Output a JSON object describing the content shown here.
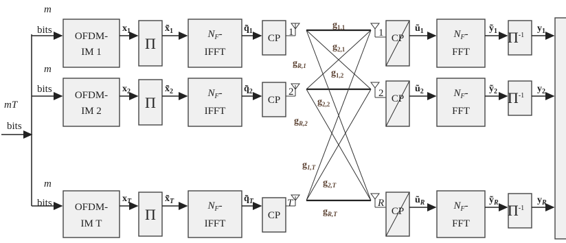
{
  "input": {
    "italic": "mT",
    "label": "bits"
  },
  "rows": [
    {
      "bits_m": "m",
      "bits_label": "bits",
      "ofdm": [
        "OFDM-",
        "IM 1"
      ],
      "x": "x",
      "x_sub": "1",
      "xt_sub": "1",
      "ifft": [
        "N",
        "F",
        "-",
        "IFFT"
      ],
      "q_sub": "1",
      "cp": "CP",
      "tx_ant": "1",
      "rx_ant": "1",
      "u_sub": "1",
      "fft": [
        "N",
        "F",
        "-",
        "FFT"
      ],
      "y_sub": "1",
      "yt_sub": "1"
    },
    {
      "bits_m": "m",
      "bits_label": "bits",
      "ofdm": [
        "OFDM-",
        "IM 2"
      ],
      "x": "x",
      "x_sub": "2",
      "xt_sub": "2",
      "ifft": [
        "N",
        "F",
        "-",
        "IFFT"
      ],
      "q_sub": "2",
      "cp": "CP",
      "tx_ant": "2",
      "rx_ant": "2",
      "u_sub": "2",
      "fft": [
        "N",
        "F",
        "-",
        "FFT"
      ],
      "y_sub": "2",
      "yt_sub": "2"
    },
    {
      "bits_m": "m",
      "bits_label": "bits",
      "ofdm": [
        "OFDM-",
        "IM T"
      ],
      "x": "x",
      "x_sub": "T",
      "xt_sub": "T",
      "ifft": [
        "N",
        "F",
        "-",
        "IFFT"
      ],
      "q_sub": "T",
      "cp": "CP",
      "tx_ant": "T",
      "rx_ant": "R",
      "u_sub": "R",
      "fft": [
        "N",
        "F",
        "-",
        "FFT"
      ],
      "y_sub": "R",
      "yt_sub": "R"
    }
  ],
  "pi": "Π",
  "pi_inv_exp": "-1",
  "channels": {
    "g11": [
      "g",
      "1,1"
    ],
    "g21": [
      "g",
      "2,1"
    ],
    "gR1": [
      "g",
      "R,1"
    ],
    "g12": [
      "g",
      "1,2"
    ],
    "g22": [
      "g",
      "2,2"
    ],
    "gR2": [
      "g",
      "R,2"
    ],
    "g1T": [
      "g",
      "1,T"
    ],
    "g2T": [
      "g",
      "2,T"
    ],
    "gRT": [
      "g",
      "R,T"
    ]
  }
}
